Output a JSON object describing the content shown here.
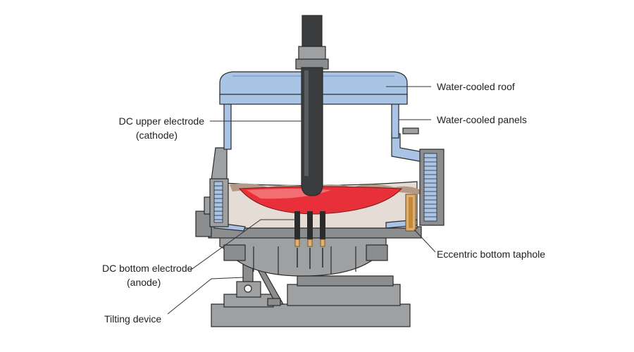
{
  "labels": {
    "roof": "Water-cooled roof",
    "panels": "Water-cooled panels",
    "upper_line1": "DC upper electrode",
    "upper_line2": "(cathode)",
    "taphole": "Eccentric bottom taphole",
    "bottom_line1": "DC bottom electrode",
    "bottom_line2": "(anode)",
    "tilting": "Tilting device"
  },
  "colors": {
    "roof": "#a9c4e4",
    "steel": "#9ea0a2",
    "dark_steel": "#6f7173",
    "electrode": "#3a3c3e",
    "melt": "#e8303a",
    "refractory": "#e5dcd6",
    "slag": "#b49a86",
    "copper": "#e0b070"
  }
}
